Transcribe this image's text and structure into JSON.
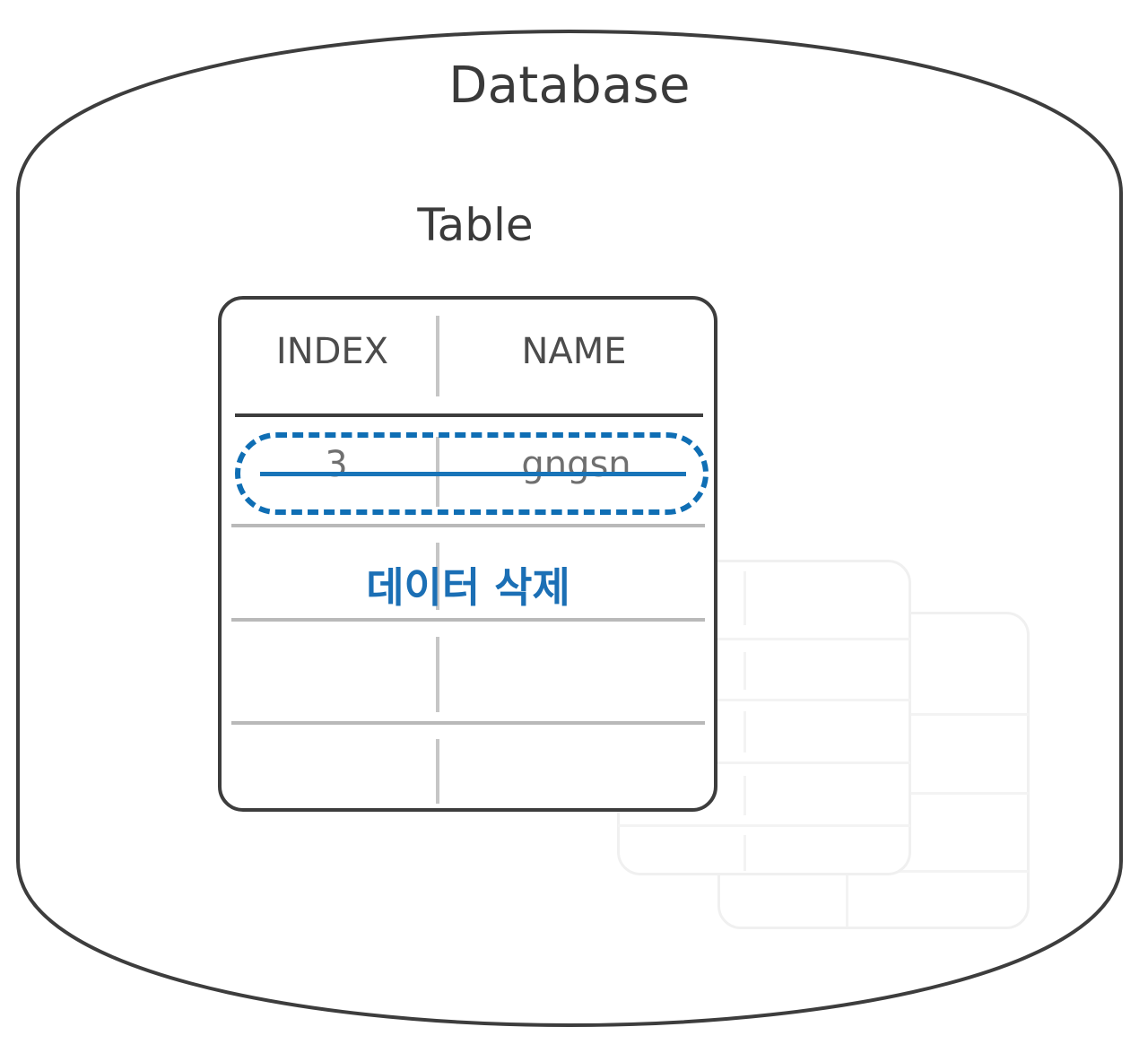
{
  "diagram": {
    "database_label": "Database",
    "table_label": "Table"
  },
  "table": {
    "columns": [
      "INDEX",
      "NAME"
    ],
    "rows": [
      {
        "INDEX": "3",
        "NAME": "gngsn",
        "state": "deleted"
      },
      {
        "INDEX": "",
        "NAME": "",
        "state": "empty"
      },
      {
        "INDEX": "",
        "NAME": "",
        "state": "empty"
      },
      {
        "INDEX": "",
        "NAME": "",
        "state": "empty"
      }
    ]
  },
  "annotation": {
    "text": "데이터 삭제"
  },
  "colors": {
    "accent_blue": "#0f6eb4",
    "strike_blue": "#1874b8",
    "annotation_blue": "#1b6fb5",
    "outline_dark": "#3d3d3d",
    "text_gray": "#6f6f6f",
    "header_gray": "#4c4c4c",
    "rule_gray": "#b9b9b9",
    "ghost_gray": "#f0f0f0"
  }
}
